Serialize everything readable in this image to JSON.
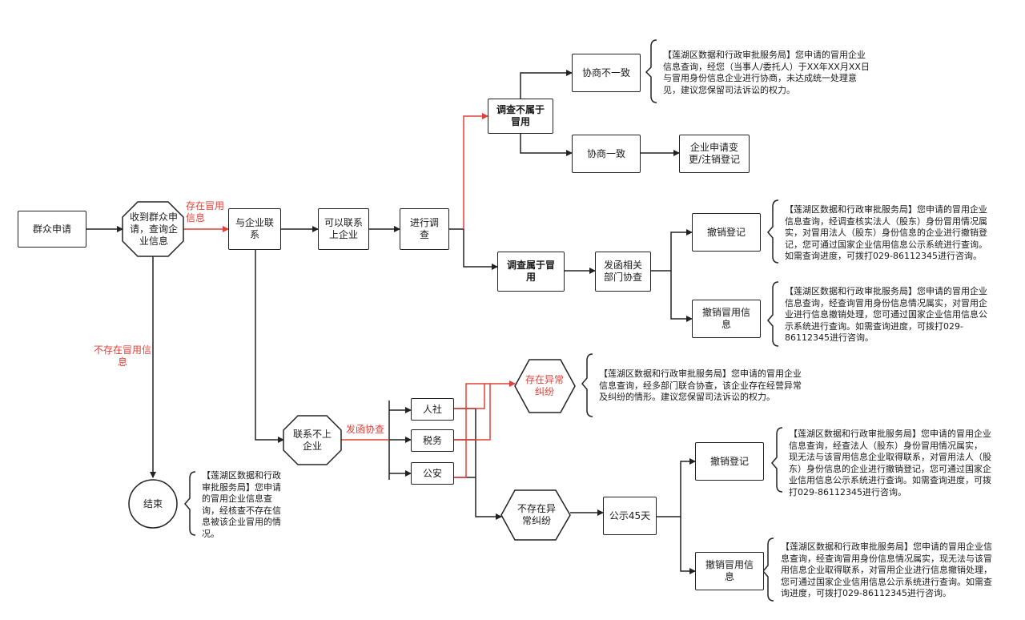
{
  "nodes": {
    "apply": "群众申请",
    "receive": "收到群众申请，查询企业信息",
    "contact": "与企业联系",
    "can_contact": "可以联系上企业",
    "investigate": "进行调查",
    "not_fraud": "调查不属于冒用",
    "neg_fail": "协商不一致",
    "neg_ok": "协商一致",
    "company_change": "企业申请变更/注销登记",
    "is_fraud": "调查属于冒用",
    "send_letter": "发函相关部门协查",
    "revoke_reg_1": "撤销登记",
    "revoke_info_1": "撤销冒用信息",
    "cannot_contact": "联系不上企业",
    "hr": "人社",
    "tax": "税务",
    "police": "公安",
    "has_abnormal": "存在异常纠纷",
    "no_abnormal": "不存在异常纠纷",
    "publicize": "公示45天",
    "revoke_reg_2": "撤销登记",
    "revoke_info_2": "撤销冒用信息",
    "end": "结束"
  },
  "edge_labels": {
    "exists": "存在冒用信息",
    "not_exists": "不存在冒用信息",
    "send_check": "发函协查"
  },
  "notes": {
    "neg_fail": [
      "【莲湖区数据和行政审批服务局】您申请的冒用企业",
      "信息查询，经您（当事人/委托人）于XX年XX月XX日",
      "与冒用身份信息企业进行协商，未达成统一处理意",
      "见，建议您保留司法诉讼的权力。"
    ],
    "revoke_reg_1": [
      "【莲湖区数据和行政审批服务局】您申请的冒用企业",
      "信息查询，经调查核实法人（股东）身份冒用情况属",
      "实，对冒用法人（股东）身份信息的企业进行撤销登",
      "记，您可通过国家企业信用信息公示系统进行查询。",
      "如需查询进度，可拨打029-86112345进行咨询。"
    ],
    "revoke_info_1": [
      "【莲湖区数据和行政审批服务局】您申请的冒用企业",
      "信息查询，经查询冒用身份信息情况属实，对冒用企",
      "业进行信息撤销处理，您可通过国家企业信用信息公",
      "示系统进行查询。如需查询进度，可拨打029-",
      "86112345进行咨询。"
    ],
    "has_abnormal": [
      "【莲湖区数据和行政审批服务局】您申请的冒用企业",
      "信息查询，经多部门联合协查，该企业存在经营异常",
      "及纠纷的情形。建议您保留司法诉讼的权力。"
    ],
    "revoke_reg_2": [
      "【莲湖区数据和行政审批服务局】您申请的冒用企业",
      "信息查询，经查法人（股东）身份冒用情况属实，",
      "现无法与该冒用信息企业取得联系，对冒用法人（股",
      "东）身份信息的企业进行撤销登记，您可通过国家企",
      "业信用信息公示系统进行查询。如需查询进度，可拨",
      "打029-86112345进行咨询。"
    ],
    "revoke_info_2": [
      "【莲湖区数据和行政审批服务局】您申请的冒用企业信",
      "息查询，经查询冒用身份信息情况属实，现无法与该冒",
      "用信息企业取得联系，对冒用企业进行信息撤销处理，",
      "您可通过国家企业信用信息公示系统进行查询。如需查",
      "询进度，可拨打029-86112345进行咨询。"
    ],
    "end": [
      "【莲湖区数据和行政",
      "审批服务局】您申请",
      "的冒用企业信息查",
      "询，经核查不存在信",
      "息被该企业冒用的情",
      "况。"
    ]
  },
  "colors": {
    "line": "#222222",
    "highlight": "#e0403a"
  }
}
